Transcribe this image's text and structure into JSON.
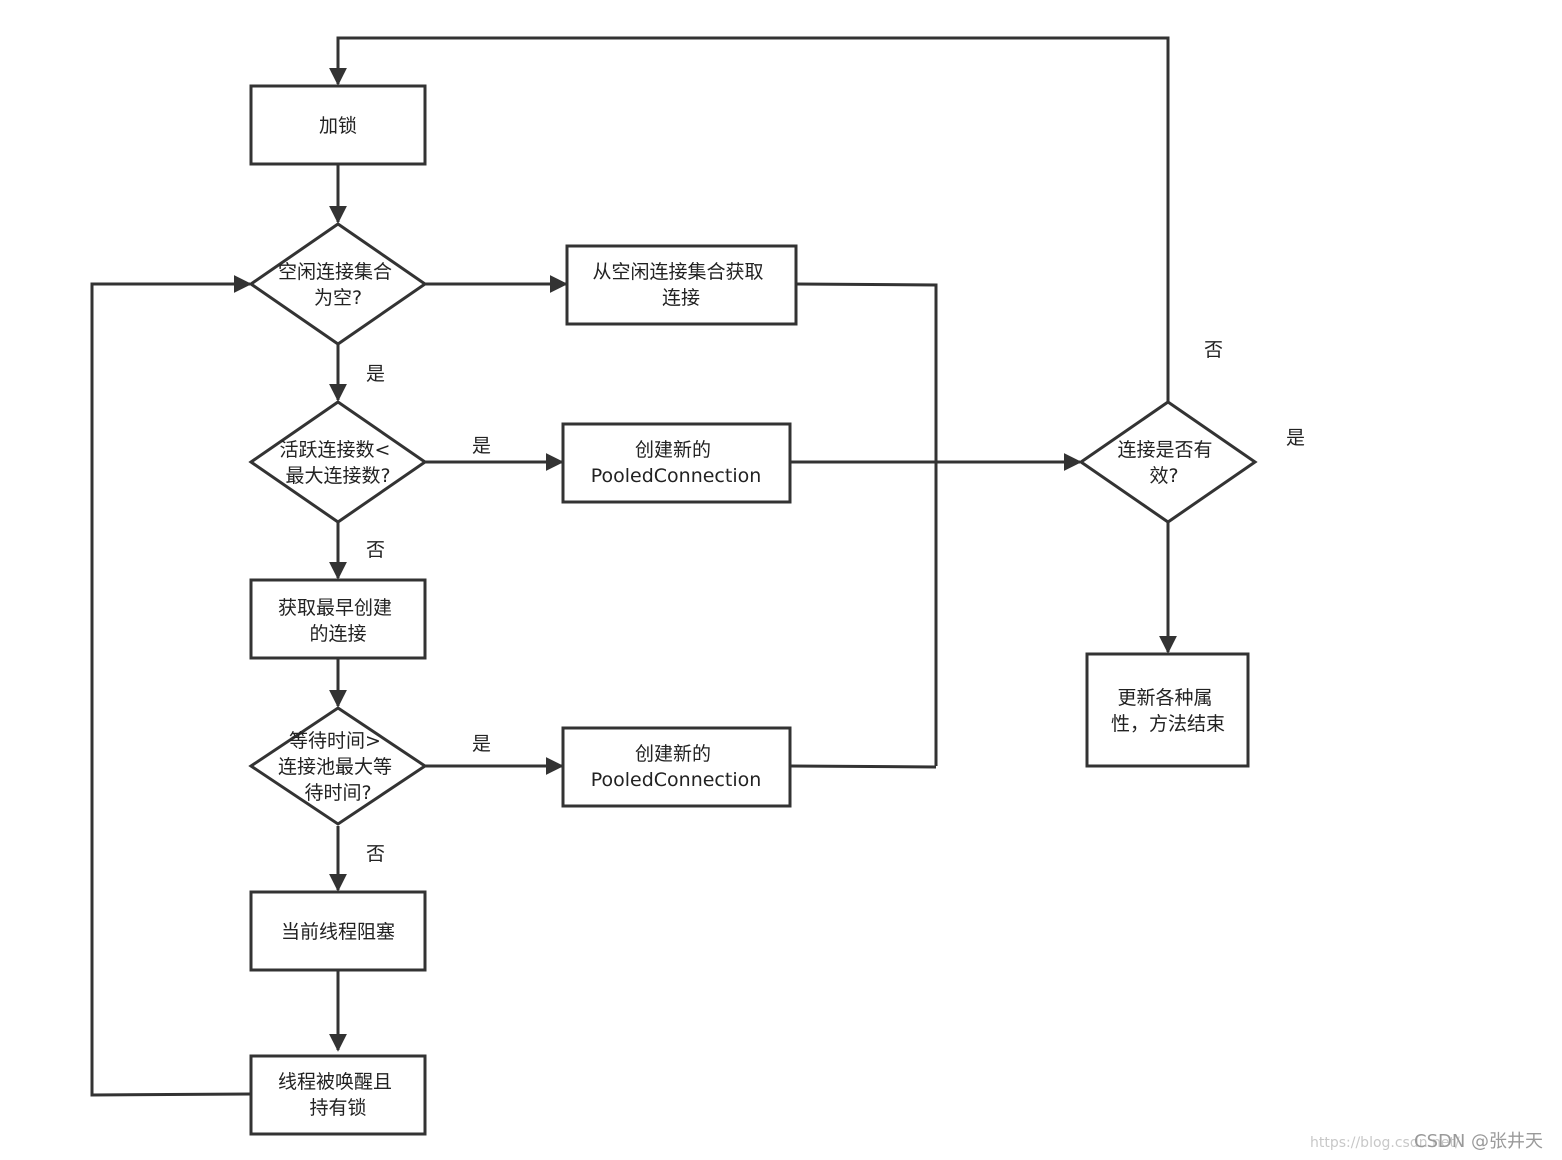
{
  "nodes": {
    "lock": {
      "lines": [
        "加锁"
      ]
    },
    "idle_empty": {
      "lines": [
        "空闲连接集合",
        "为空?"
      ]
    },
    "get_idle": {
      "lines": [
        "从空闲连接集合获取",
        "连接"
      ]
    },
    "active_lt_max": {
      "lines": [
        "活跃连接数<",
        "最大连接数?"
      ]
    },
    "create_new_1": {
      "lines": [
        "创建新的",
        "PooledConnection"
      ]
    },
    "get_oldest": {
      "lines": [
        "获取最早创建",
        "的连接"
      ]
    },
    "wait_gt_max": {
      "lines": [
        "等待时间>",
        "连接池最大等",
        "待时间?"
      ]
    },
    "create_new_2": {
      "lines": [
        "创建新的",
        "PooledConnection"
      ]
    },
    "block_thread": {
      "lines": [
        "当前线程阻塞"
      ]
    },
    "thread_woken": {
      "lines": [
        "线程被唤醒且",
        "持有锁"
      ]
    },
    "conn_valid": {
      "lines": [
        "连接是否有",
        "效?"
      ]
    },
    "update_props": {
      "lines": [
        "更新各种属",
        "性，方法结束"
      ]
    }
  },
  "edge_labels": {
    "idle_empty_yes": "是",
    "active_yes": "是",
    "active_no": "否",
    "wait_yes": "是",
    "wait_no": "否",
    "valid_no": "否",
    "valid_yes": "是"
  },
  "watermark": {
    "url": "https://blog.csdn.net/",
    "brand": "CSDN @张井天"
  }
}
